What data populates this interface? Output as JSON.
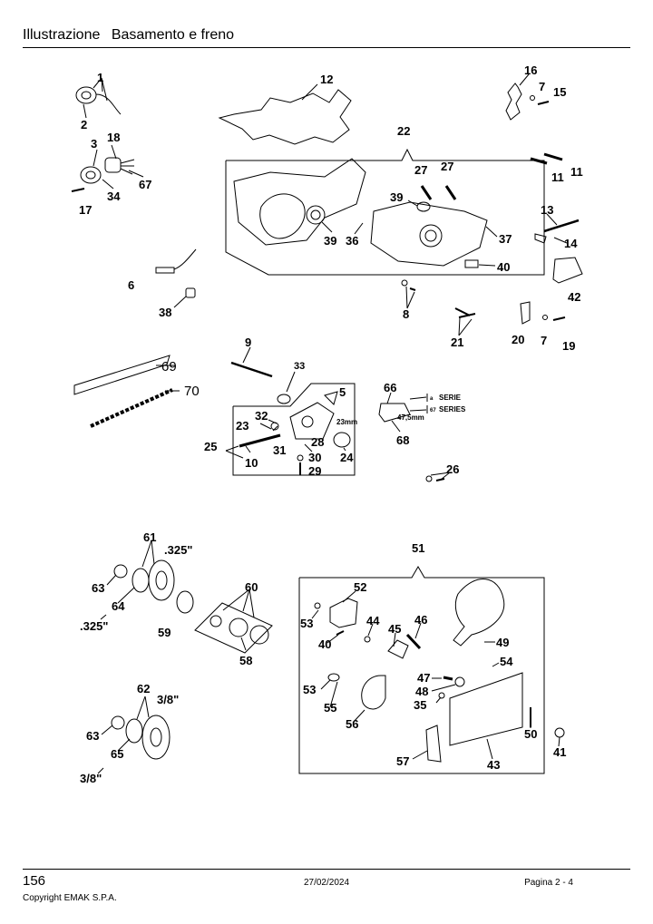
{
  "header": {
    "section": "Illustrazione",
    "title": "Basamento e freno"
  },
  "footer": {
    "page_number": "156",
    "date": "27/02/2024",
    "page_ref": "Pagina 2 - 4",
    "copyright": "Copyright EMAK S.P.A."
  },
  "callouts": {
    "c1": "1",
    "c2": "2",
    "c3": "3",
    "c18": "18",
    "c67": "67",
    "c34": "34",
    "c17": "17",
    "c12": "12",
    "c16": "16",
    "c7a": "7",
    "c15": "15",
    "c22": "22",
    "c27a": "27",
    "c27b": "27",
    "c39a": "39",
    "c39b": "39",
    "c36": "36",
    "c37": "37",
    "c40a": "40",
    "c11a": "11",
    "c11b": "11",
    "c13": "13",
    "c14": "14",
    "c42": "42",
    "c6": "6",
    "c38": "38",
    "c8": "8",
    "c21": "21",
    "c20": "20",
    "c7b": "7",
    "c19": "19",
    "c9": "9",
    "c33": "33",
    "c69": "69",
    "c70": "70",
    "c5": "5",
    "c23": "23",
    "c32": "32",
    "c28": "28",
    "c25": "25",
    "c31": "31",
    "c30": "30",
    "c24": "24",
    "c10": "10",
    "c29": "29",
    "c66": "66",
    "c68": "68",
    "c26": "26",
    "c61": "61",
    "c63a": "63",
    "c64": "64",
    "c59": "59",
    "c60": "60",
    "c58": "58",
    "c62": "62",
    "c63b": "63",
    "c65": "65",
    "c51": "51",
    "c52": "52",
    "c53a": "53",
    "c40b": "40",
    "c44": "44",
    "c45": "45",
    "c46": "46",
    "c49": "49",
    "c54": "54",
    "c47": "47",
    "c48": "48",
    "c35": "35",
    "c53b": "53",
    "c55": "55",
    "c56": "56",
    "c50": "50",
    "c41": "41",
    "c57": "57",
    "c43": "43"
  },
  "annotations": {
    "pitch_325_top": ".325\"",
    "pitch_325_bottom": ".325\"",
    "pitch_38_top": "3/8\"",
    "pitch_38_bottom": "3/8\"",
    "dim_23mm": "23mm",
    "dim_475mm": "47,5mm",
    "serie_it": "SERIE",
    "serie_en": "SERIES",
    "serie_mark_a": "a",
    "serie_mark_b": "67"
  }
}
